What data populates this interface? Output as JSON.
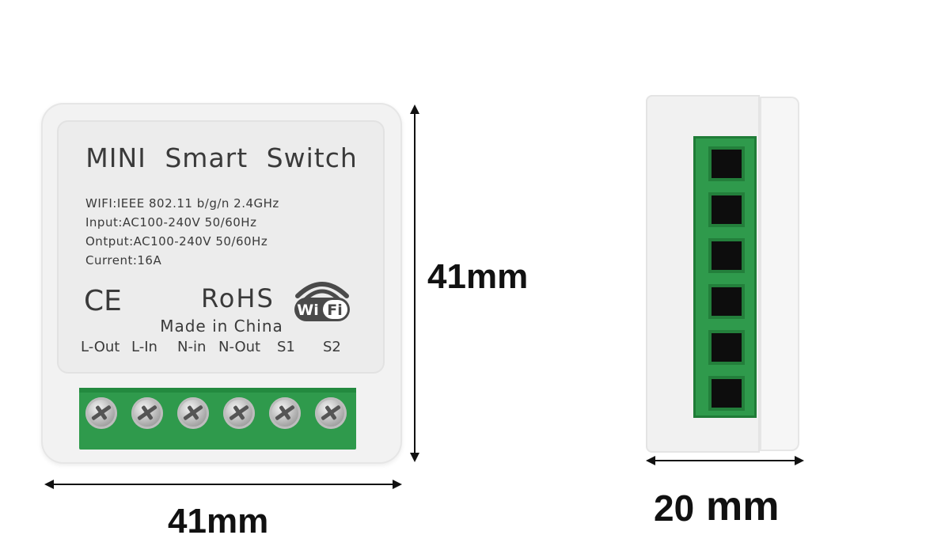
{
  "front": {
    "title": "MINI  Smart  Switch",
    "specs": [
      "WIFI:IEEE 802.11 b/g/n 2.4GHz",
      "Input:AC100-240V 50/60Hz",
      "Ontput:AC100-240V 50/60Hz",
      "Current:16A"
    ],
    "ce_mark": "CE",
    "rohs": "RoHS",
    "wifi_logo_text": "WiFi",
    "made_in": "Made in China",
    "terminals": [
      "L-Out",
      "L-In",
      "N-in",
      "N-Out",
      "S1",
      "S2"
    ]
  },
  "dimensions": {
    "front_height": "41mm",
    "front_width": "41mm",
    "side_depth_number": "20",
    "side_depth_unit": "mm"
  },
  "colors": {
    "terminal_green": "#2f9a4c",
    "housing_white": "#f2f2f2",
    "text_gray": "#3a3a3a"
  },
  "icons": {
    "screws": "screw-icon",
    "arrows": "double-arrow"
  }
}
